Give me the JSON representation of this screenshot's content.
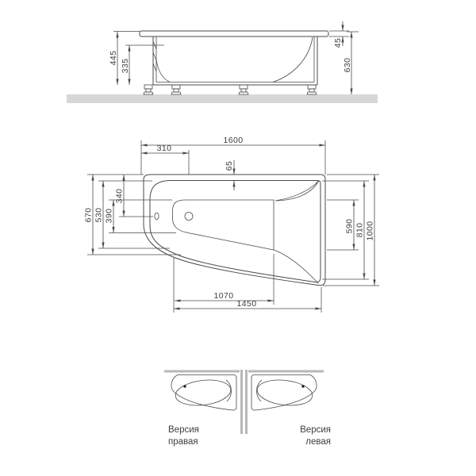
{
  "colors": {
    "background": "#ffffff",
    "line": "#4a4a4a",
    "text": "#3d3d3d",
    "floor": "#d7d7d7",
    "wall": "#b5b8ba"
  },
  "side_view": {
    "left_dims": [
      "445",
      "335"
    ],
    "right_dims": [
      "45",
      "630"
    ]
  },
  "plan_view": {
    "top_dims": [
      "1600",
      "310",
      "65"
    ],
    "left_dims": [
      "670",
      "530",
      "390",
      "340"
    ],
    "right_dims": [
      "590",
      "810",
      "1000"
    ],
    "bottom_dims": [
      "1070",
      "1450"
    ]
  },
  "versions": {
    "right_label": [
      "Версия",
      "правая"
    ],
    "left_label": [
      "Версия",
      "левая"
    ]
  }
}
